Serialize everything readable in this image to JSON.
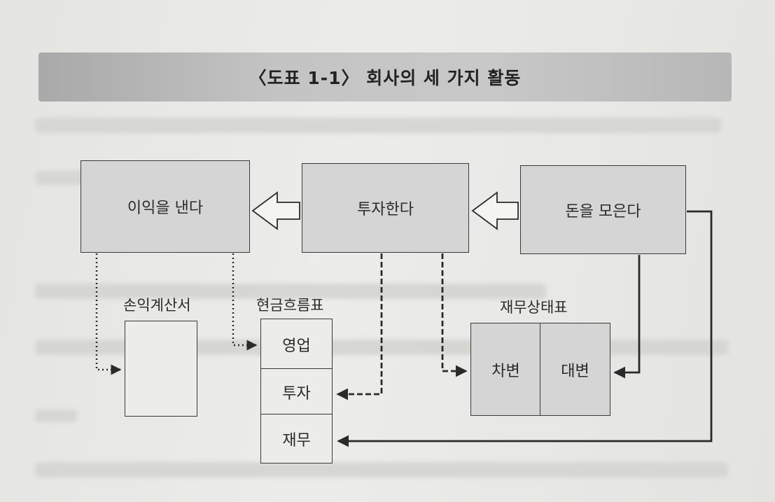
{
  "title": "〈도표 1-1〉 회사의 세 가지 활동",
  "activities": {
    "profit": "이익을 낸다",
    "invest": "투자한다",
    "raise": "돈을 모은다"
  },
  "statements": {
    "income_statement": "손익계산서",
    "cash_flow": {
      "label": "현금흐름표",
      "rows": [
        "영업",
        "투자",
        "재무"
      ]
    },
    "balance_sheet": {
      "label": "재무상태표",
      "debit": "차변",
      "credit": "대변"
    }
  },
  "colors": {
    "box_fill": "#d5d5d5",
    "line": "#3a3a3a",
    "title_bar": "#bdbdbd"
  }
}
